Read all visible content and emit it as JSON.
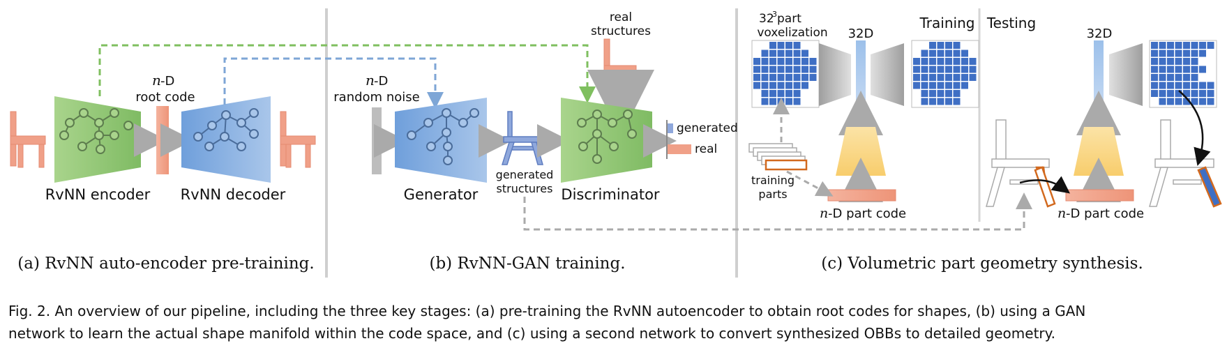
{
  "panels": {
    "a": {
      "root_prefix": "n",
      "root_suffix": "-D",
      "root_label": "root code",
      "encoder": "RvNN encoder",
      "decoder": "RvNN decoder",
      "caption": "(a) RvNN auto-encoder pre-training."
    },
    "b": {
      "noise_prefix": "n",
      "noise_suffix": "-D",
      "noise_label": "random noise",
      "real_line1": "real",
      "real_line2": "structures",
      "generator": "Generator",
      "discriminator": "Discriminator",
      "gen_line1": "generated",
      "gen_line2": "structures",
      "legend_generated": "generated",
      "legend_real": "real",
      "caption": "(b) RvNN-GAN training."
    },
    "c": {
      "vox_line1_base": "32",
      "vox_line1_sup": "3",
      "vox_line1_rest": " part",
      "vox_line2": "voxelization",
      "dim_train": "32D",
      "dim_test": "32D",
      "training": "Training",
      "testing": "Testing",
      "parts_line1": "training",
      "parts_line2": "parts",
      "code_train_prefix": "n",
      "code_train_suffix": "-D part code",
      "code_test_prefix": "n",
      "code_test_suffix": "-D part code",
      "caption": "(c) Volumetric part geometry synthesis."
    }
  },
  "caption": {
    "line1": "Fig. 2.  An overview of our pipeline, including the three key stages: (a) pre-training the RvNN autoencoder to obtain root codes for shapes, (b) using a GAN",
    "line2": "network to learn the actual shape manifold within the code space, and (c) using a second network to convert synthesized OBBs to detailed geometry."
  },
  "colors": {
    "encoder_green": "#9fcc7f",
    "decoder_blue": "#7aa7dc",
    "salmon": "#f0a088",
    "voxel_blue": "#3f6fc4",
    "gray": "#bdbdbd",
    "yellow": "#fbd98a",
    "dash_green": "#7fbf5f",
    "dash_blue": "#7ea6d6",
    "dash_gray": "#aaaaaa",
    "divider": "#cccccc"
  }
}
